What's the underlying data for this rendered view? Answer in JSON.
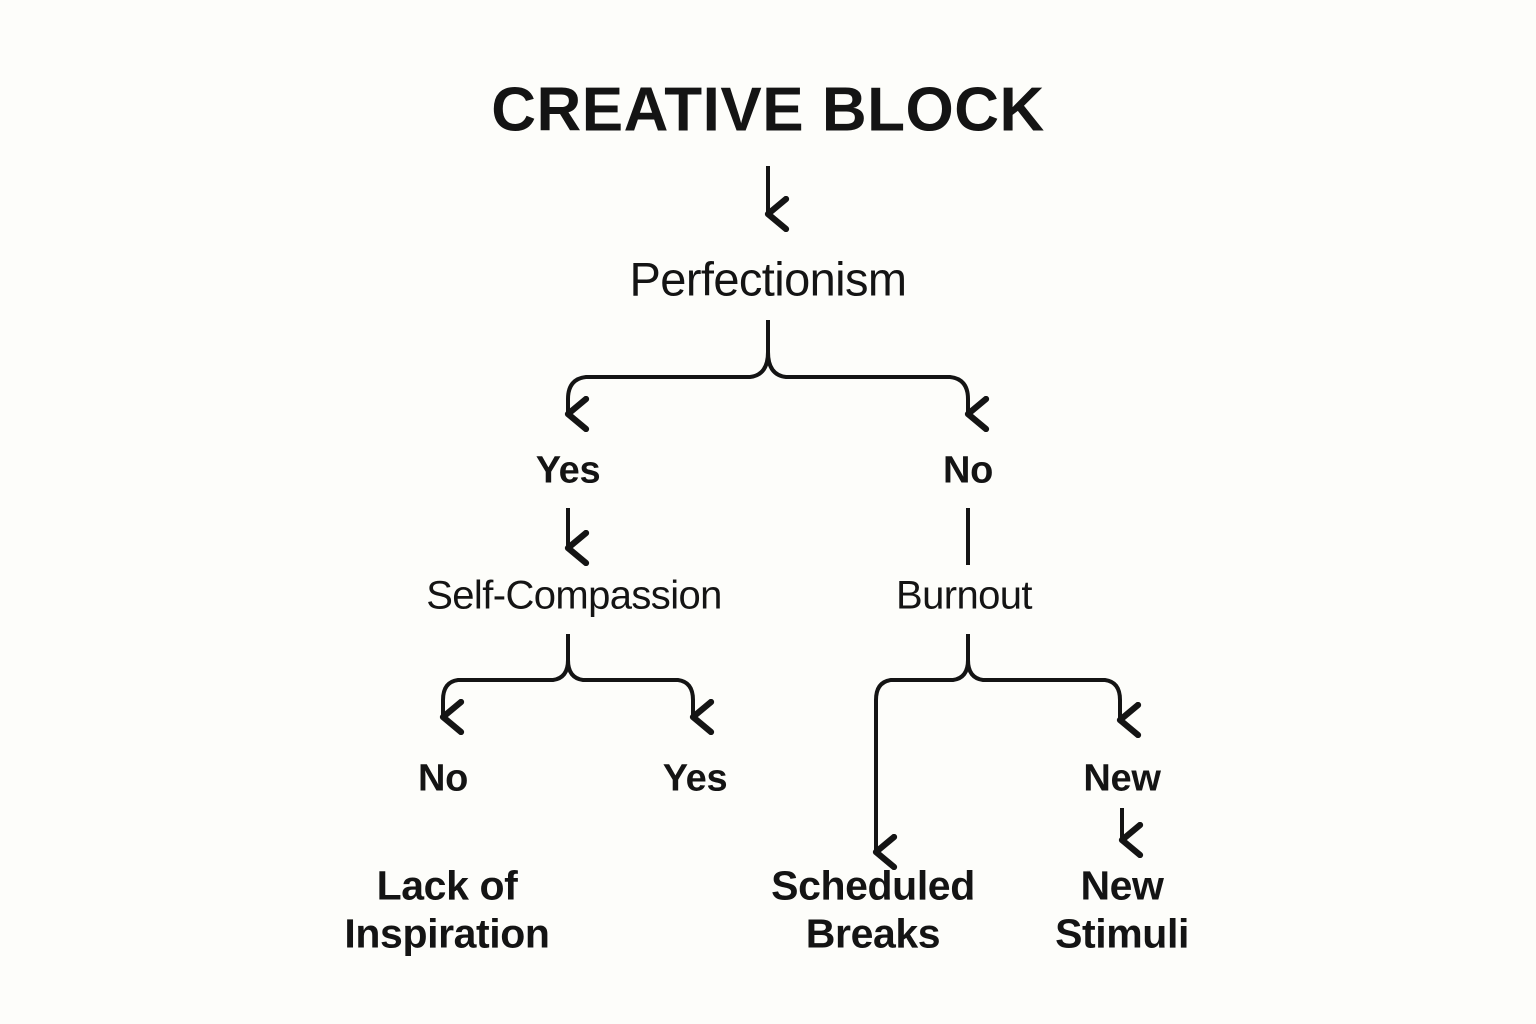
{
  "diagram": {
    "title": "CREATIVE BLOCK",
    "background_color": "#fdfdfa",
    "ink_color": "#141414",
    "type": "decision-tree-flowchart"
  },
  "nodes": {
    "root": "CREATIVE BLOCK",
    "cause": "Perfectionism",
    "branch_yes": "Yes",
    "branch_no": "No",
    "self_compassion": "Self-Compassion",
    "burnout": "Burnout",
    "sc_branch_no": "No",
    "sc_branch_yes": "Yes",
    "burnout_branch_new": "New",
    "leaf_lack": "Lack of\nInspiration",
    "leaf_breaks": "Scheduled\nBreaks",
    "leaf_stimuli": "New\nStimuli"
  },
  "connectors": {
    "root_to_cause": "arrow-down",
    "cause_split": "split-branch",
    "yes_to_self_compassion": "arrow-down",
    "no_to_burnout": "plain-line",
    "self_compassion_split": "split-branch",
    "burnout_split": "split-branch",
    "new_to_stimuli": "arrow-down"
  }
}
